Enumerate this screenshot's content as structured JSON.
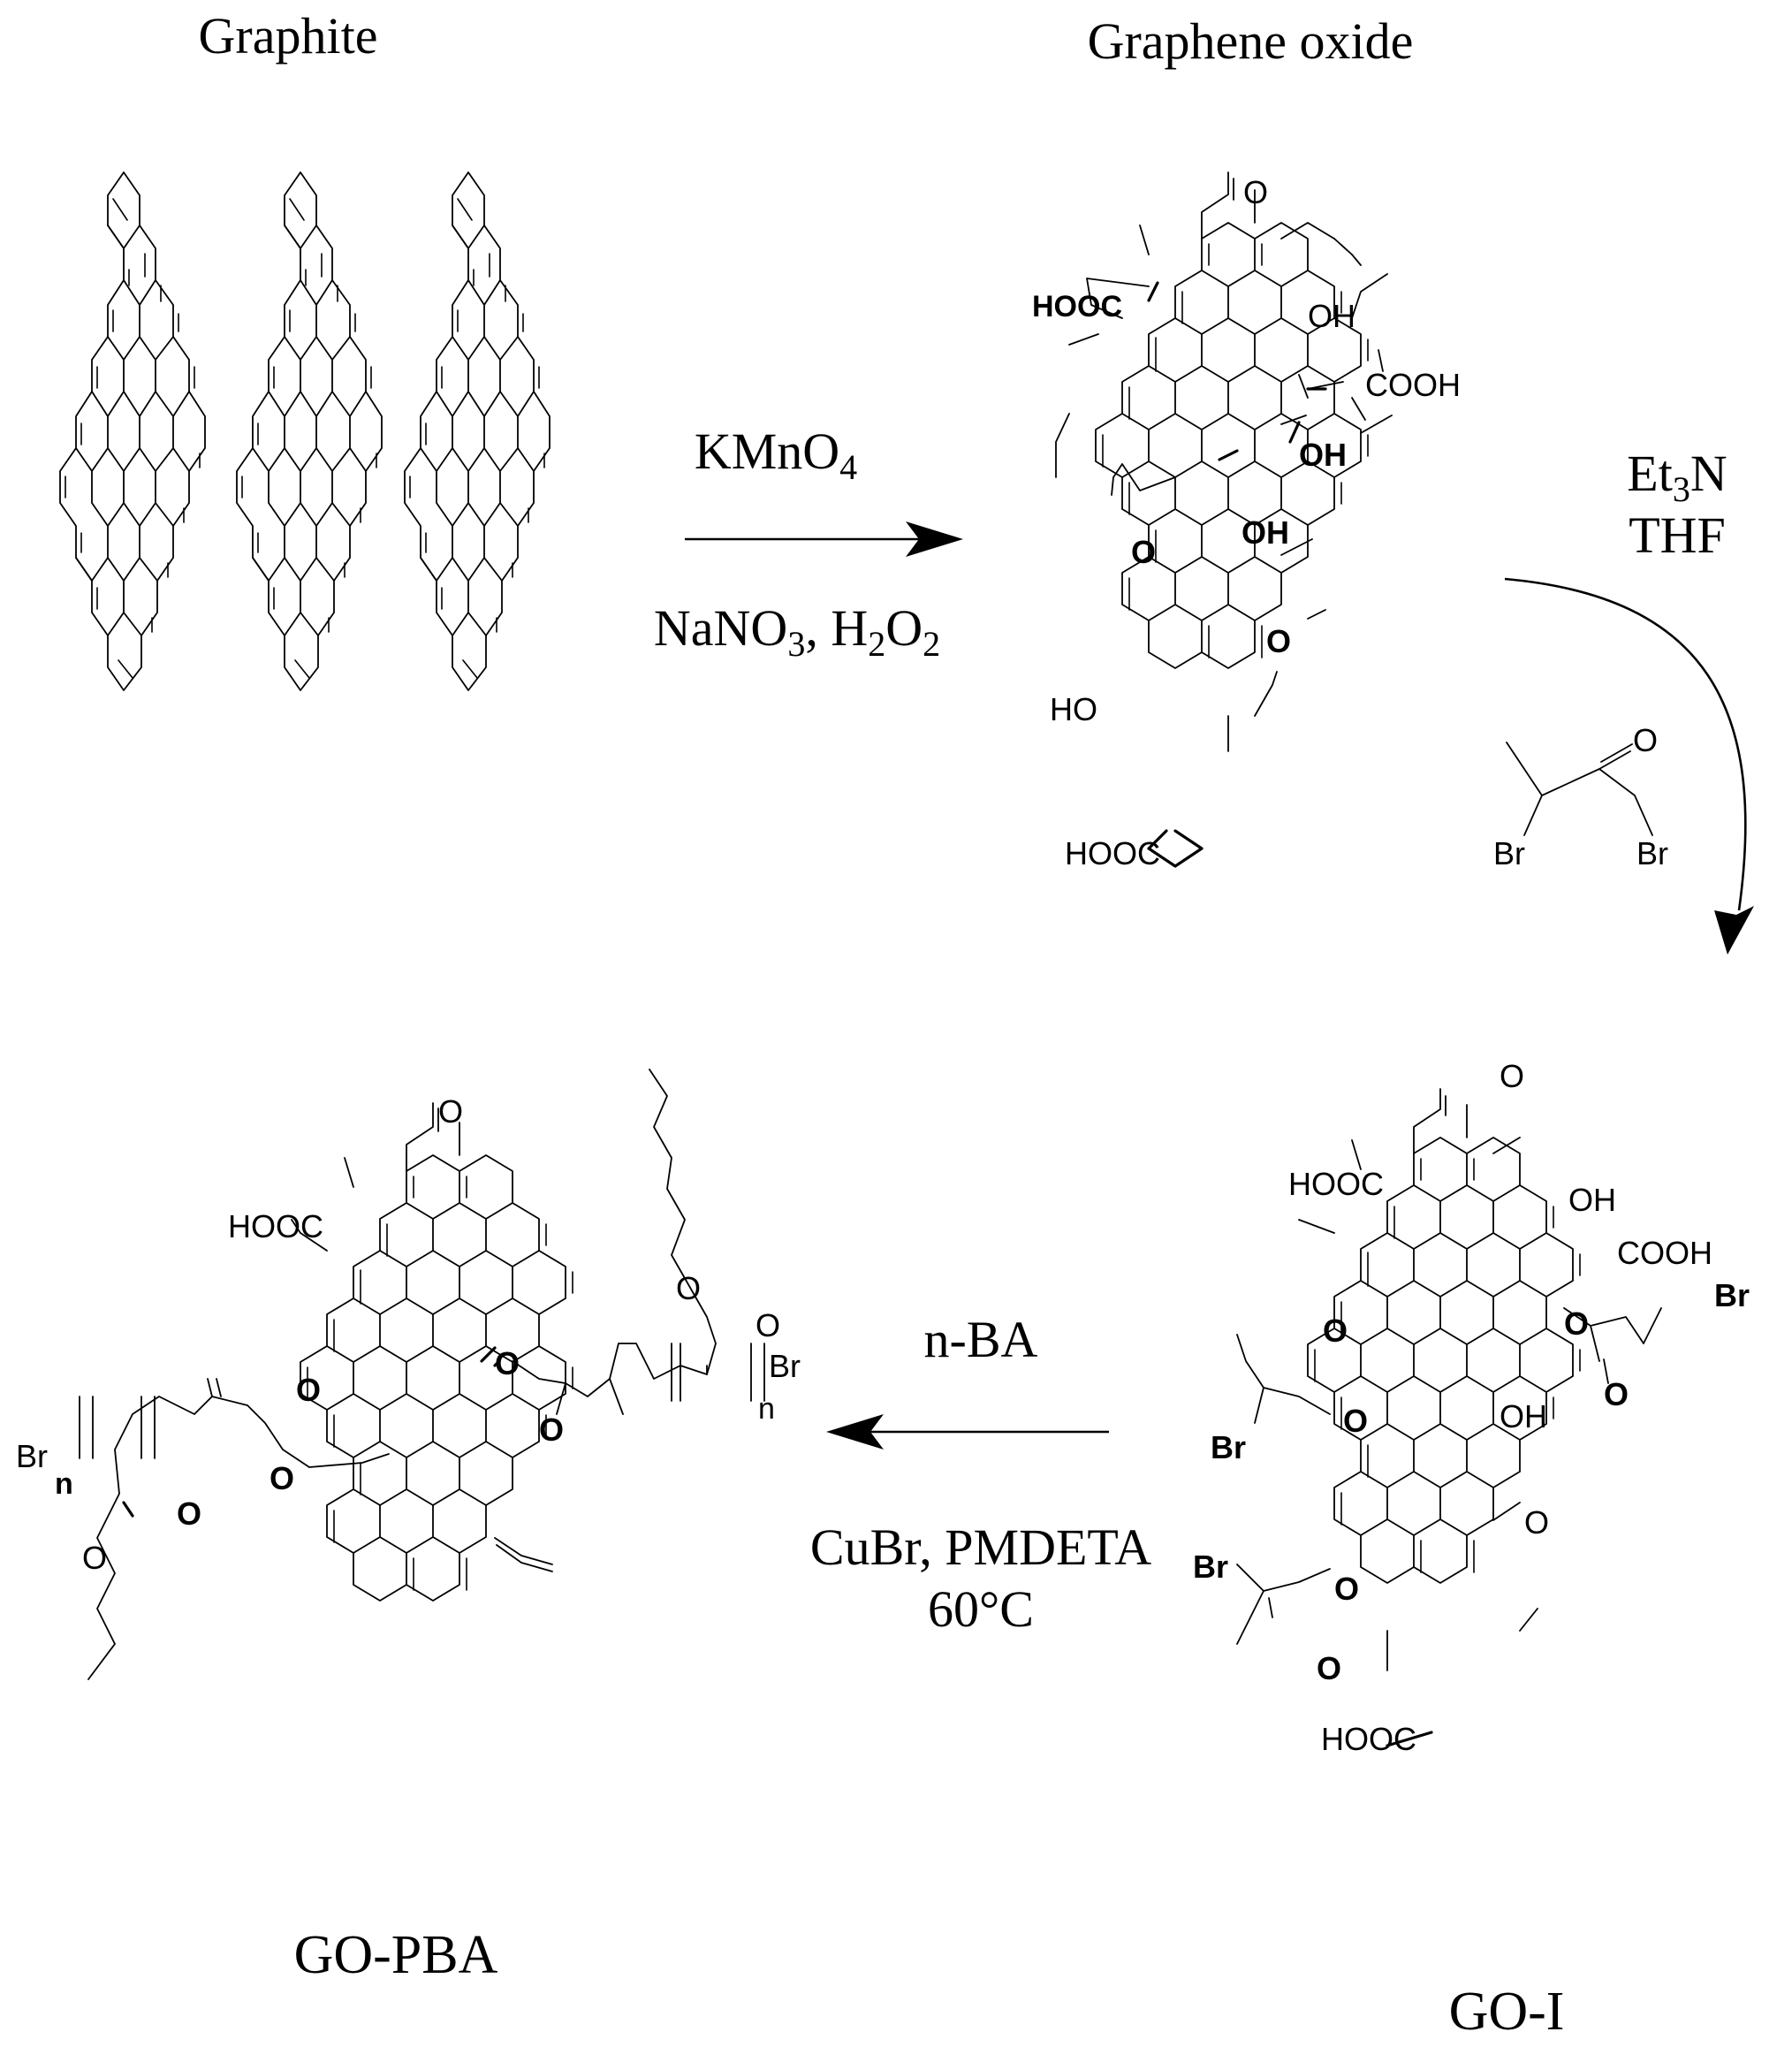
{
  "title_graphite": "Graphite",
  "title_go": "Graphene oxide",
  "step1": {
    "reagent_top": {
      "main": "KMnO",
      "sub": "4"
    },
    "reagent_bottom": {
      "a": "NaNO",
      "a_sub": "3",
      "b": ", H",
      "b_sub": "2",
      "c": "O",
      "c_sub": "2"
    }
  },
  "step2": {
    "reagent_line1": {
      "a": "Et",
      "a_sub": "3",
      "b": "N"
    },
    "reagent_line2": "THF",
    "reagent_mol": {
      "o": "O",
      "br1": "Br",
      "br2": "Br"
    }
  },
  "step3": {
    "reagent_top": "n-BA",
    "reagent_bottom_1": "CuBr, PMDETA",
    "reagent_bottom_2": "60°C"
  },
  "go_labels": {
    "o_top": "O",
    "hooc_bold": "HOOC",
    "oh_1": "OH",
    "cooh": "COOH",
    "oh_bold_1": "OH",
    "oh_bold_2": "OH",
    "o_epox_1": "O",
    "o_epox_2": "O",
    "ho": "HO",
    "hooc_bottom": "HOOC"
  },
  "goi_labels": {
    "o_top": "O",
    "hooc_top": "HOOC",
    "oh_1": "OH",
    "cooh": "COOH",
    "o_ester_r": "O",
    "br_r": "Br",
    "o_carbonyl_r": "O",
    "o_carbonyl_l1": "O",
    "o_ester_l1": "O",
    "br_l1": "Br",
    "oh_2": "OH",
    "o_epox": "O",
    "br_l2": "Br",
    "o_ester_l2": "O",
    "o_carbonyl_l2": "O",
    "hooc_bottom": "HOOC"
  },
  "gopba_labels": {
    "o_top": "O",
    "hooc": "HOOC",
    "o_ester_r": "O",
    "o_carbonyl_r": "O",
    "o_butyl_r": "O",
    "o_carbonyl_r2": "O",
    "br_r": "Br",
    "n_r": "n",
    "br_l": "Br",
    "n_l": "n",
    "o_carbonyl_l": "O",
    "o_ester_l": "O",
    "o_carbonyl_l2": "O",
    "o_butyl_l": "O"
  },
  "caption_gopba": "GO-PBA",
  "caption_goi": "GO-I"
}
